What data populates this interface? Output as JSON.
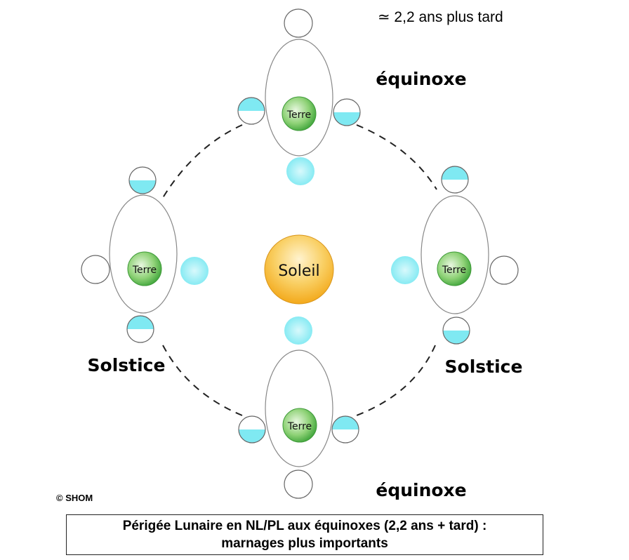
{
  "note": "≃ 2,2 ans plus tard",
  "labels": {
    "equinox": "équinoxe",
    "solstice": "Solstice",
    "earth": "Terre",
    "sun": "Soleil"
  },
  "copyright": "© SHOM",
  "caption": {
    "line1": "Périgée Lunaire en NL/PL aux équinoxes (2,2 ans + tard) :",
    "line2": "marnages plus importants"
  },
  "colors": {
    "water": "#7fe9f2",
    "earth": "#5fbf4f",
    "sun": "#f6b936",
    "orbit": "#222222",
    "outline": "#888888"
  }
}
